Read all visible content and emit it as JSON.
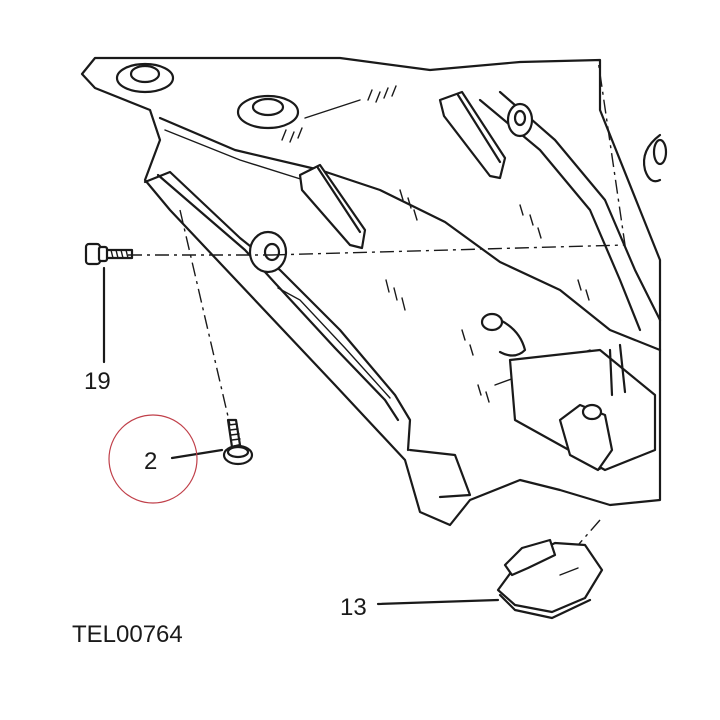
{
  "callouts": {
    "fastener_side": "19",
    "fastener_lower": "2",
    "clip": "13"
  },
  "reference_code": "TEL00764",
  "highlight_color": "#c0404a",
  "icons": {
    "highlight": "circle-highlight-icon"
  }
}
